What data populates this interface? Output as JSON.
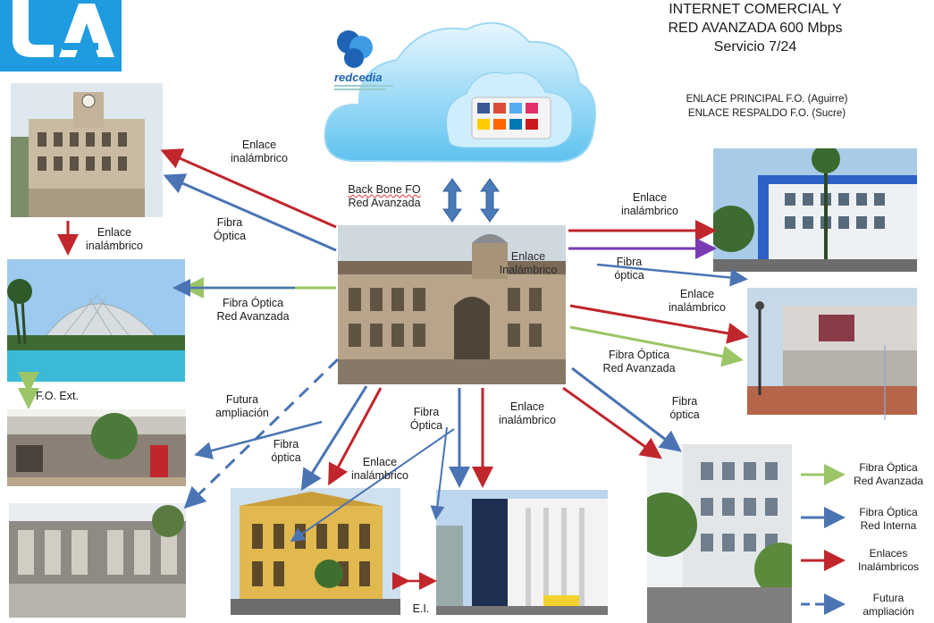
{
  "colors": {
    "fiber_advanced": "#9bc567",
    "fiber_internal": "#4a74b4",
    "wireless": "#c0262c",
    "future": "#4a74b4",
    "purple": "#7a3bb5",
    "logo_blue": "#1f9be0"
  },
  "logo": {
    "name": "UA-logo"
  },
  "cloud": {
    "brand": "redcedia"
  },
  "header": {
    "line1": "INTERNET COMERCIAL Y",
    "line2": "RED AVANZADA 600  Mbps",
    "line3": "Servicio 7/24",
    "link1": "ENLACE PRINCIPAL F.O. (Aguirre)",
    "link2": "ENLACE RESPALDO F.O. (Sucre)"
  },
  "labels": {
    "backbone_1": "Back Bone FO",
    "backbone_2": "Red Avanzada",
    "tl_enlace": "Enlace",
    "tl_inalam": "inalámbrico",
    "tl_fibra": "Fibra",
    "tl_optica": "Óptica",
    "left_enlace": "Enlace",
    "left_inalam": "inalámbrico",
    "fo_ra_1": "Fibra Óptica",
    "fo_ra_2": "Red Avanzada",
    "fo_ext": "F.O. Ext.",
    "futura_1": "Futura",
    "futura_2": "ampliación",
    "lf_fibra": "Fibra",
    "lf_optica": "óptica",
    "center_enlace": "Enlace",
    "center_inalam": "Inalámbrico",
    "r1_enlace": "Enlace",
    "r1_inalam": "inalámbrico",
    "r1_fibra": "Fibra",
    "r1_optica": "óptica",
    "r2_enlace": "Enlace",
    "r2_inalam": "inalámbrico",
    "r2_fo_1": "Fibra Óptica",
    "r2_fo_2": "Red Avanzada",
    "r3_fibra": "Fibra",
    "r3_optica": "óptica",
    "b_enlace": "Enlace",
    "b_inalam": "inalámbrico",
    "b_fibra": "Fibra",
    "b_optica": "Óptica",
    "bl_enlace": "Enlace",
    "bl_inalam": "inalámbrico",
    "ei": "E.I."
  },
  "legend": [
    {
      "line1": "Fibra Óptica",
      "line2": "Red Avanzada",
      "kind": "fiber_advanced"
    },
    {
      "line1": "Fibra Óptica",
      "line2": "Red Interna",
      "kind": "fiber_internal"
    },
    {
      "line1": "Enlaces",
      "line2": "Inalámbricos",
      "kind": "wireless"
    },
    {
      "line1": "Futura",
      "line2": "ampliación",
      "kind": "future"
    }
  ]
}
